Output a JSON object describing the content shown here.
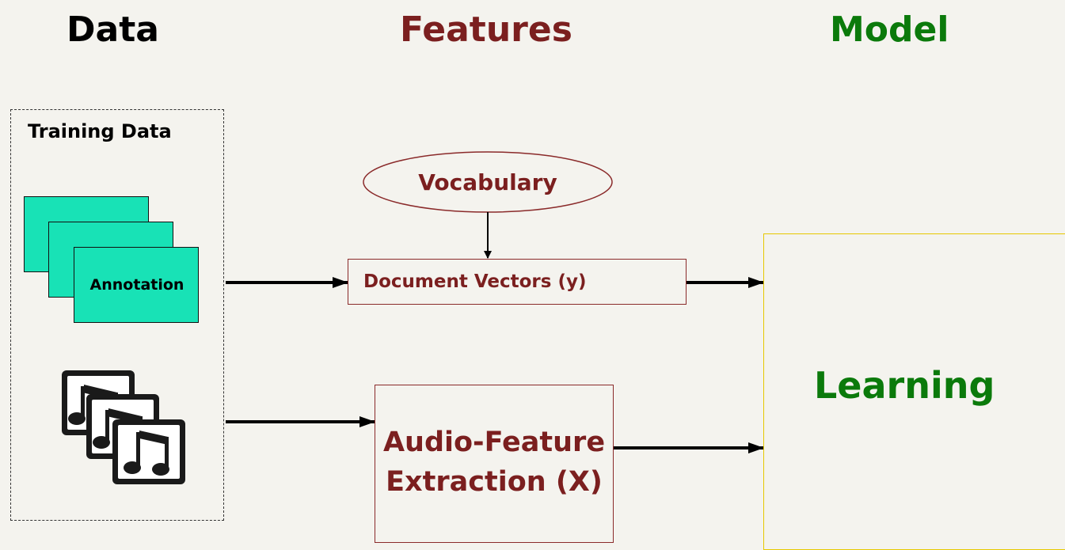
{
  "headings": {
    "data": "Data",
    "features": "Features",
    "model": "Model"
  },
  "training": {
    "label": "Training Data",
    "annotation_label": "Annotation"
  },
  "features": {
    "vocabulary": "Vocabulary",
    "document_vectors": "Document Vectors (y)",
    "audio_line1": "Audio-Feature",
    "audio_line2": "Extraction (X)"
  },
  "model": {
    "learning": "Learning"
  },
  "colors": {
    "background": "#f4f3ee",
    "features_red": "#7b1f1f",
    "model_green": "#0b7a0b",
    "annotation_teal": "#18e2b6",
    "learning_border": "#e6c800"
  },
  "icons": [
    "music-file-icon",
    "music-file-icon",
    "music-file-icon"
  ]
}
